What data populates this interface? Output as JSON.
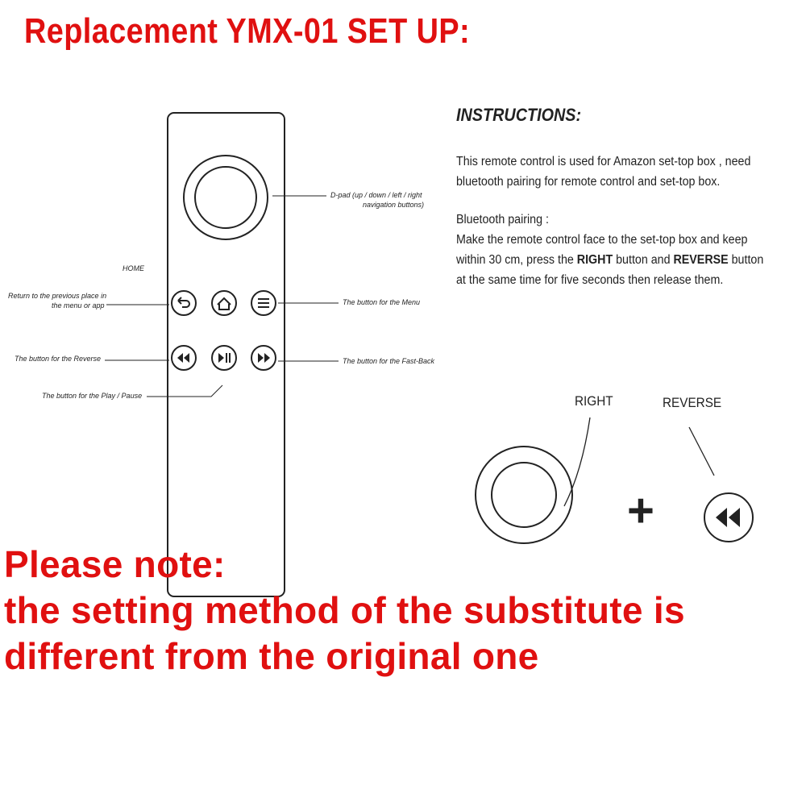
{
  "title": "Replacement YMX-01 SET UP:",
  "remote": {
    "home_label": "HOME",
    "dpad_label_line1": "D-pad (up / down / left / right",
    "dpad_label_line2": "navigation buttons)",
    "back_label_line1": "Return to the previous place in",
    "back_label_line2": "the menu or app",
    "menu_label": "The button for the Menu",
    "reverse_label": "The button for the Reverse",
    "fastback_label": "The button for the Fast-Back",
    "playpause_label": "The button for the Play / Pause"
  },
  "instructions": {
    "heading": "INSTRUCTIONS:",
    "intro_line1": "This remote control is used for Amazon set-top box , need",
    "intro_line2": "bluetooth pairing for remote control and set-top box.",
    "bt_heading": "Bluetooth pairing :",
    "bt_line1": "Make the remote control face to the set-top box and keep",
    "bt_line2_a": "within 30 cm, press the ",
    "bt_line2_b": "RIGHT",
    "bt_line2_c": " button and ",
    "bt_line2_d": "REVERSE",
    "bt_line2_e": " button",
    "bt_line3": "at the same time for five seconds then release them."
  },
  "pairing": {
    "right_label": "RIGHT",
    "reverse_label": "REVERSE",
    "plus": "+"
  },
  "note": {
    "line1": "Please note:",
    "line2": "the setting method of the substitute is",
    "line3": "different from the original one"
  },
  "colors": {
    "accent_red": "#e01010",
    "ink": "#222222"
  }
}
